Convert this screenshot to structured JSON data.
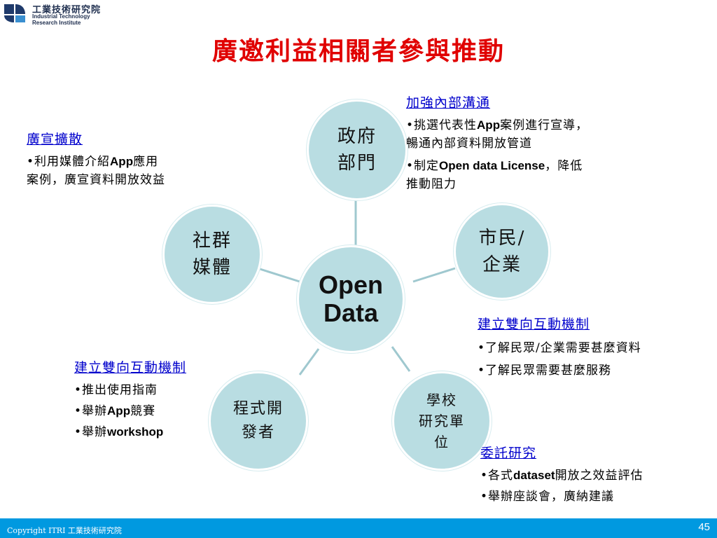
{
  "logo": {
    "cn": "工業技術研究院",
    "en_line1": "Industrial Technology",
    "en_line2": "Research Institute",
    "icon": "itri-logo-icon"
  },
  "title": "廣邀利益相關者參與推動",
  "nodes": {
    "center": "Open\nData",
    "gov": "政府\n部門",
    "citizen": "市民/\n企業",
    "school": "學校\n研究單\n位",
    "dev": "程式開\n發者",
    "social": "社群\n媒體"
  },
  "boxes": {
    "gov": {
      "heading": "加強內部溝通",
      "items": [
        {
          "line1_pre": "•挑選代表性",
          "line1_b": "App",
          "line1_post": "案例進行宣導，",
          "line2": "暢通內部資料開放管道"
        },
        {
          "line1_pre": "•制定",
          "line1_b": "Open data License",
          "line1_post": "，降低",
          "line2": "推動阻力"
        }
      ]
    },
    "social": {
      "heading": "廣宣擴散",
      "line1_pre": "•利用媒體介紹",
      "line1_b": "App",
      "line1_post": "應用",
      "line2": "案例，廣宣資料開放效益"
    },
    "citizen": {
      "heading": "建立雙向互動機制",
      "items": [
        "•了解民眾/企業需要甚麼資料",
        "•了解民眾需要甚麼服務"
      ]
    },
    "dev": {
      "heading": "建立雙向互動機制",
      "item1": "•推出使用指南",
      "item2_pre": "•舉辦",
      "item2_b": "App",
      "item2_post": "競賽",
      "item3_pre": "•舉辦",
      "item3_b": "workshop"
    },
    "school": {
      "heading": "委託研究",
      "item1_pre": "•各式",
      "item1_b": "dataset",
      "item1_post": "開放之效益評估",
      "item2": "•舉辦座談會，廣納建議"
    }
  },
  "footer": {
    "copyright": "Copyright  ITRI 工業技術研究院",
    "page": "45"
  },
  "colors": {
    "title": "#e00000",
    "heading": "#0000cc",
    "circle": "#b9dde2",
    "line": "#9fc8cf",
    "footer": "#0099e0"
  }
}
